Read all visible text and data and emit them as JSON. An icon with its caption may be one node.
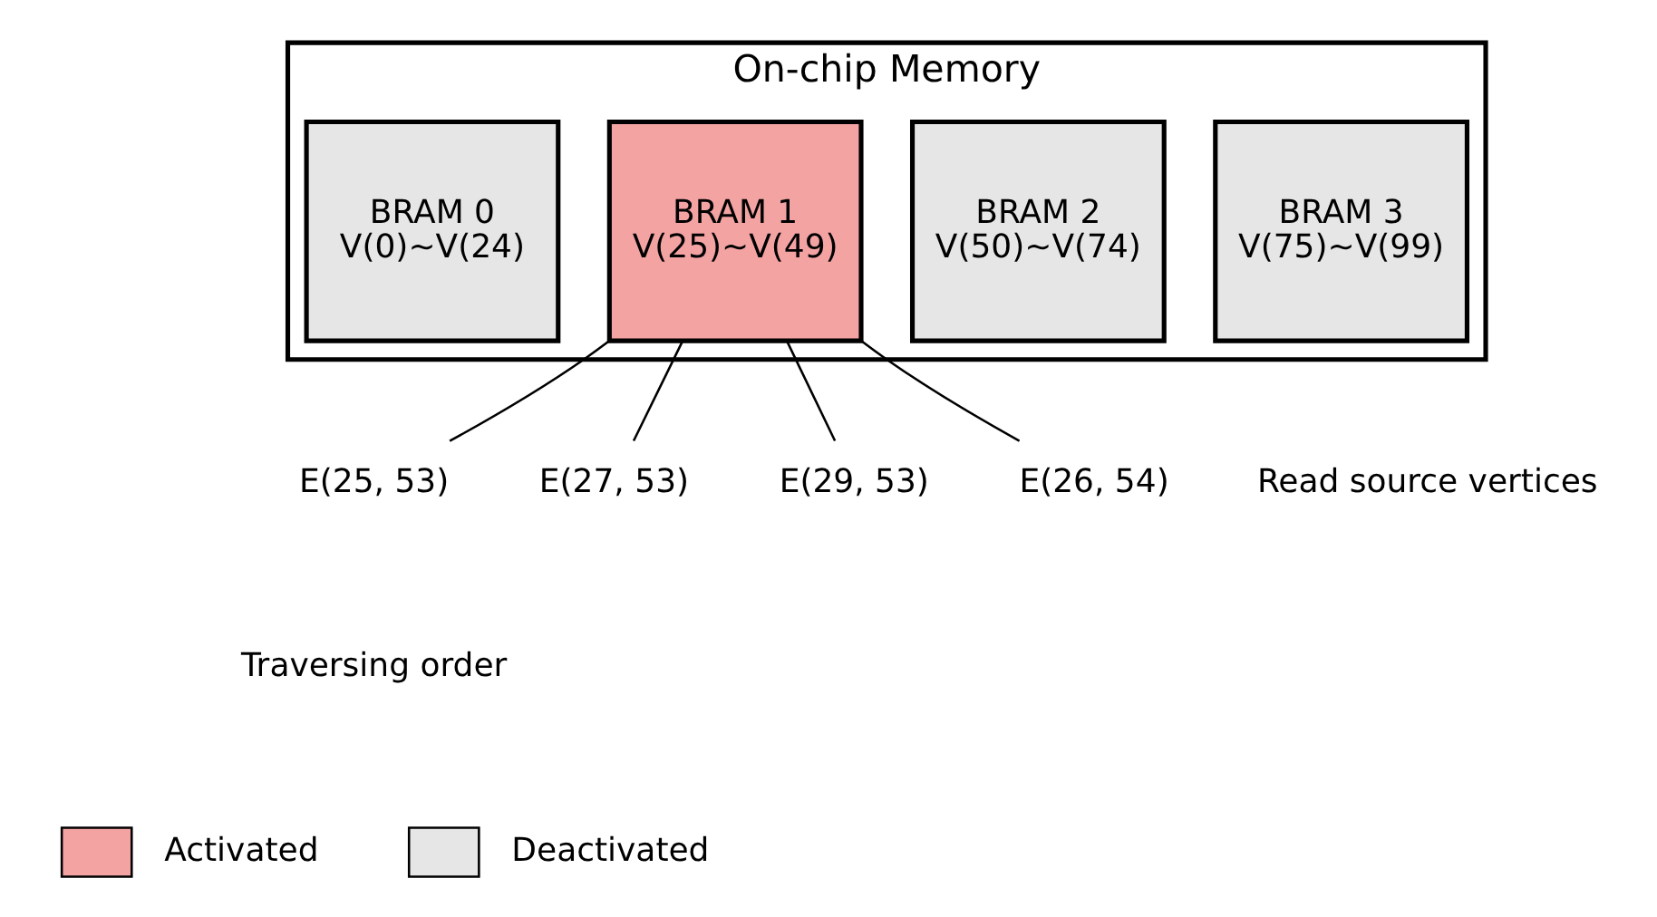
{
  "diagram": {
    "nodes": [
      {
        "text": [
          "On-chip Memory"
        ]
      },
      {
        "text": [
          "BRAM 0",
          "V(0)~V(24)"
        ],
        "in": 0
      },
      {
        "text": [
          "BRAM 1",
          "V(25)~V(49)"
        ],
        "in": 0
      },
      {
        "text": [
          "BRAM 2",
          "V(50)~V(74)"
        ],
        "in": 0
      },
      {
        "text": [
          "BRAM 3",
          "V(75)~V(99)"
        ],
        "in": 0
      },
      {
        "text": [
          "E(25, 53)"
        ]
      },
      {
        "text": [
          "E(27, 53)"
        ]
      },
      {
        "text": [
          "E(29, 53)"
        ]
      },
      {
        "text": [
          "E(26, 54)"
        ]
      }
    ],
    "edges": [
      {
        "from": 2,
        "to": 5,
        "arrow": "none"
      },
      {
        "from": 2,
        "to": 6,
        "arrow": "none"
      },
      {
        "from": 2,
        "to": 7,
        "arrow": "none"
      },
      {
        "from": 2,
        "to": 8,
        "arrow": "none"
      }
    ],
    "labels": [
      "Read source vertices",
      "Traversing order"
    ],
    "legend": [
      {
        "text": "Activated",
        "color": "#f4a3a3"
      },
      {
        "text": "Deactivated",
        "color": "#e6e6e6"
      }
    ]
  }
}
